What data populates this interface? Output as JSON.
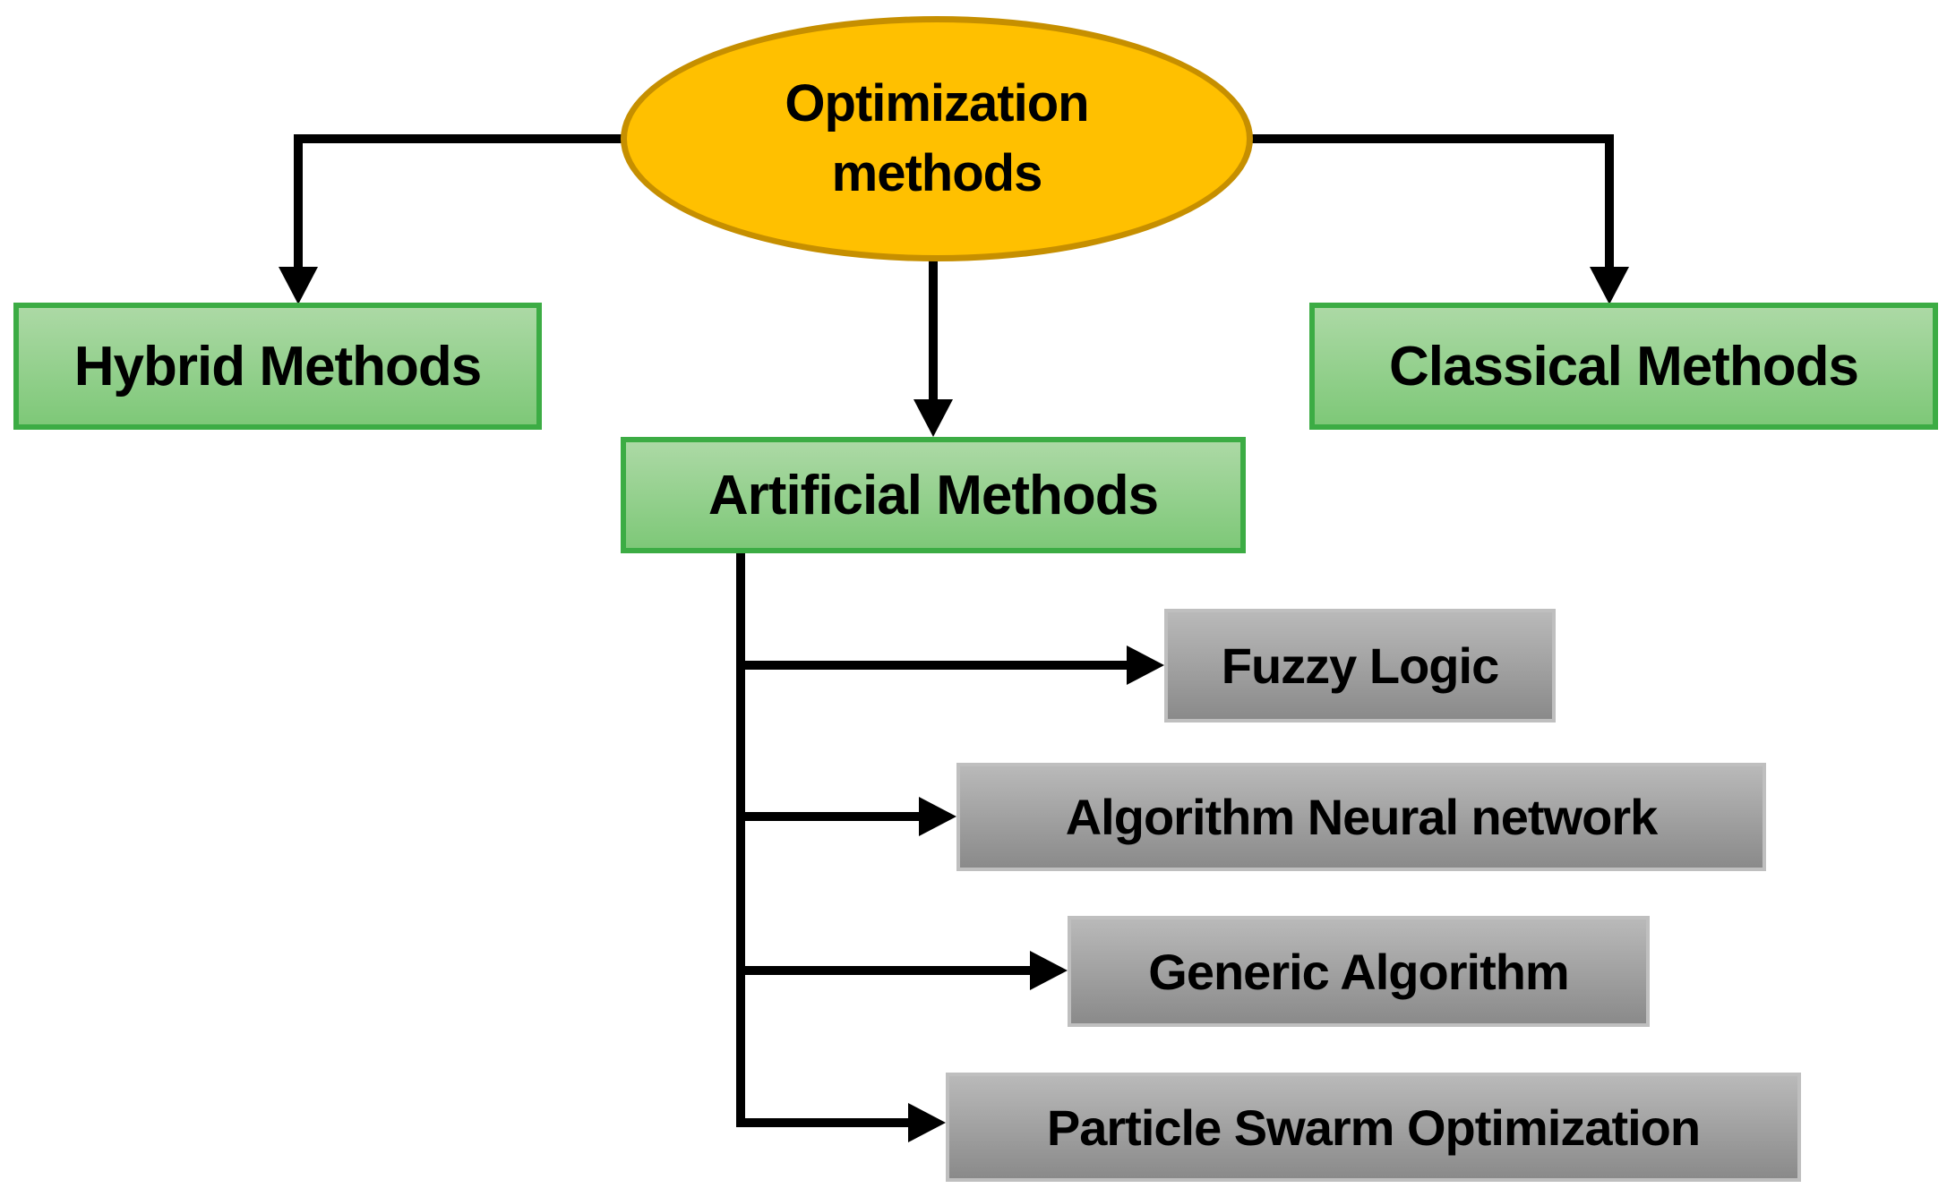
{
  "colors": {
    "ellipse_fill": "#FFC000",
    "ellipse_border": "#C68F00",
    "green_fill_top": "#ACD9A5",
    "green_fill_bottom": "#7EC878",
    "green_border": "#3CAC44",
    "gray_fill_top": "#B9B9B9",
    "gray_fill_bottom": "#8A8A8A",
    "gray_border": "#BFBFBF",
    "connector": "#000000",
    "text": "#000000"
  },
  "diagram": {
    "root": {
      "label": "Optimization methods"
    },
    "level1": [
      {
        "id": "hybrid",
        "label": "Hybrid Methods"
      },
      {
        "id": "artificial",
        "label": "Artificial Methods"
      },
      {
        "id": "classical",
        "label": "Classical Methods"
      }
    ],
    "artificial_children": [
      {
        "id": "fuzzy-logic",
        "label": "Fuzzy Logic"
      },
      {
        "id": "algorithm-neural-network",
        "label": "Algorithm Neural network"
      },
      {
        "id": "generic-algorithm",
        "label": "Generic Algorithm"
      },
      {
        "id": "particle-swarm-optimization",
        "label": "Particle Swarm Optimization"
      }
    ]
  }
}
